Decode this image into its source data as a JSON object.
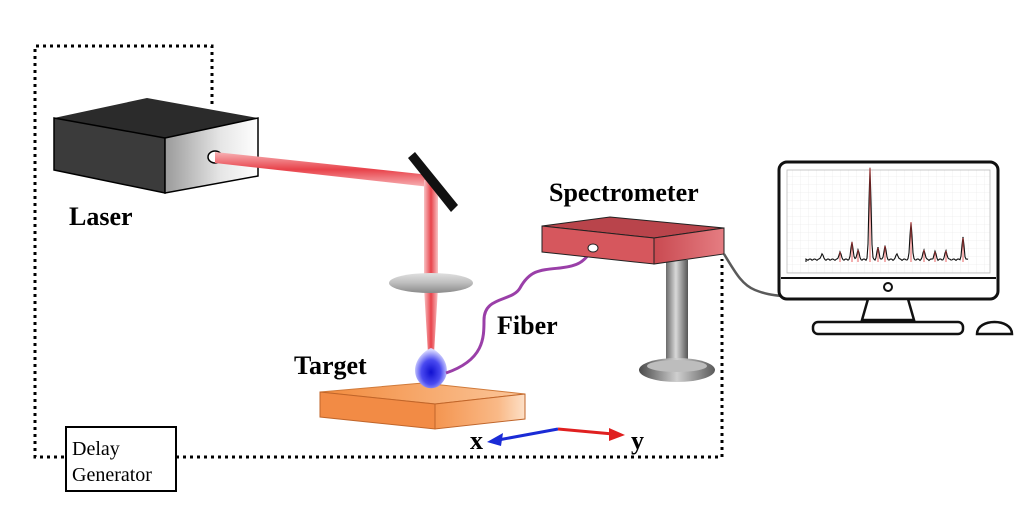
{
  "labels": {
    "laser": "Laser",
    "spectrometer": "Spectrometer",
    "fiber": "Fiber",
    "target": "Target",
    "delay_line1": "Delay",
    "delay_line2": "Generator",
    "axis_x": "x",
    "axis_y": "y"
  },
  "colors": {
    "laser_beam": "#e8424a",
    "laser_body_dark": "#3a3a3a",
    "spectrometer_red": "#cf4f55",
    "target_orange": "#f6a15d",
    "plasma_blue": "#2e2ee6",
    "fiber_purple": "#9a3fa8",
    "axis_x_arrow": "#1a2bd6",
    "axis_y_arrow": "#e02020",
    "spectrum_line": "#111111",
    "spectrum_peak": "#e23a3a"
  },
  "icons": {
    "laser": "laser-box-icon",
    "mirror": "mirror-icon",
    "lens": "focusing-lens-icon",
    "plasma": "plasma-plume-icon",
    "spectrometer": "spectrometer-box-icon",
    "monitor": "monitor-icon",
    "keyboard": "keyboard-icon",
    "mouse": "mouse-icon"
  }
}
